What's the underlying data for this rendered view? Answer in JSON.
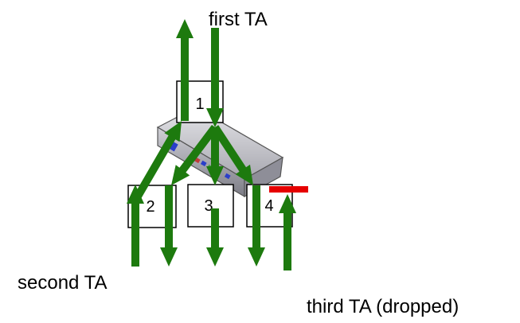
{
  "labels": {
    "first": "first TA",
    "second": "second TA",
    "third": "third TA (dropped)"
  },
  "ports": [
    "1",
    "2",
    "3",
    "4"
  ],
  "colors": {
    "arrow": "#1d7a0e",
    "drop": "#e60000",
    "box_stroke": "#000000",
    "switch_body": "#c8c8cc"
  },
  "icons": {
    "switch": "network-switch-icon"
  }
}
